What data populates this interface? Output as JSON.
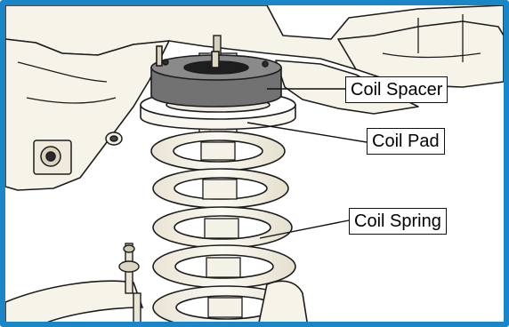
{
  "labels": {
    "coil_spacer": "Coil Spacer",
    "coil_pad": "Coil Pad",
    "coil_spring": "Coil Spring"
  },
  "colors": {
    "frame": "#1a86c8",
    "part_fill": "#f7f4ea",
    "spacer_fill": "#727272",
    "outline": "#1c1c1c"
  }
}
